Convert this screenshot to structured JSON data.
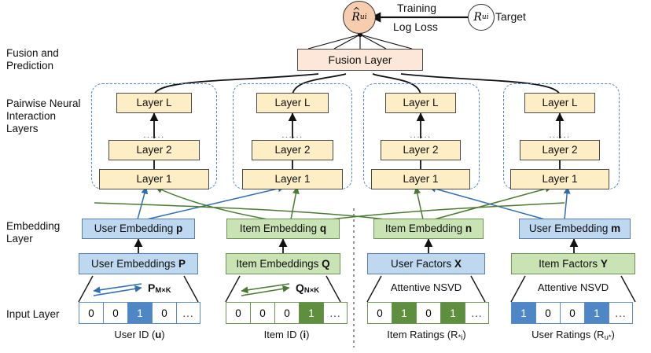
{
  "figure": {
    "title_prediction_circle": "R̂ui",
    "title_target_circle": "Rui",
    "training_loss_line1": "Training",
    "training_loss_line2": "Log Loss",
    "target_label": "Target"
  },
  "row_labels": {
    "fusion": "Fusion and\nPrediction",
    "interaction": "Pairwise Neural\nInteraction\nLayers",
    "embedding": "Embedding\nLayer",
    "input": "Input Layer"
  },
  "fusion": {
    "label": "Fusion Layer"
  },
  "towers": [
    {
      "name": "tower-1",
      "layers": [
        "Layer L",
        "Layer 2",
        "Layer 1"
      ],
      "dots": "......"
    },
    {
      "name": "tower-2",
      "layers": [
        "Layer L",
        "Layer 2",
        "Layer 1"
      ],
      "dots": "......"
    },
    {
      "name": "tower-3",
      "layers": [
        "Layer L",
        "Layer 2",
        "Layer 1"
      ],
      "dots": "......"
    },
    {
      "name": "tower-4",
      "layers": [
        "Layer L",
        "Layer 2",
        "Layer 1"
      ],
      "dots": "......"
    }
  ],
  "embeddings": [
    {
      "label": "User Embedding",
      "symbol": "p",
      "color": "blue"
    },
    {
      "label": "Item Embedding",
      "symbol": "q",
      "color": "green"
    },
    {
      "label": "Item Embedding",
      "symbol": "n",
      "color": "green"
    },
    {
      "label": "User Embedding",
      "symbol": "m",
      "color": "blue"
    }
  ],
  "factors": [
    {
      "label": "User Embeddings",
      "symbol": "P",
      "color": "blue"
    },
    {
      "label": "Item Embeddings",
      "symbol": "Q",
      "color": "green"
    },
    {
      "label": "User Factors",
      "symbol": "X",
      "color": "blue"
    },
    {
      "label": "Item Factors",
      "symbol": "Y",
      "color": "green"
    }
  ],
  "projections": [
    {
      "type": "matrix",
      "symbol": "P",
      "dims": "M×K",
      "color": "blue"
    },
    {
      "type": "matrix",
      "symbol": "Q",
      "dims": "N×K",
      "color": "green"
    },
    {
      "type": "text",
      "text": "Attentive NSVD"
    },
    {
      "type": "text",
      "text": "Attentive NSVD"
    }
  ],
  "inputs": [
    {
      "name": "user-id-onehot",
      "color": "blue",
      "cells": [
        "0",
        "0",
        "1",
        "0",
        "..."
      ],
      "active": [
        2
      ],
      "caption_prefix": "User ID (",
      "caption_symbol": "u",
      "caption_suffix": ")"
    },
    {
      "name": "item-id-onehot",
      "color": "green",
      "cells": [
        "0",
        "0",
        "0",
        "1",
        "..."
      ],
      "active": [
        3
      ],
      "caption_prefix": "Item ID (",
      "caption_symbol": "i",
      "caption_suffix": ")"
    },
    {
      "name": "item-ratings-vector",
      "color": "green",
      "cells": [
        "0",
        "1",
        "0",
        "1",
        "..."
      ],
      "active": [
        1,
        3
      ],
      "caption_prefix": "Item Ratings (R",
      "caption_symbol": "*i",
      "caption_suffix": ")"
    },
    {
      "name": "user-ratings-vector",
      "color": "blue",
      "cells": [
        "1",
        "0",
        "0",
        "1",
        "..."
      ],
      "active": [
        0,
        3
      ],
      "caption_prefix": "User Ratings (R",
      "caption_symbol": "u*",
      "caption_suffix": ")"
    }
  ],
  "colors": {
    "layer_fill": "#fdeec5",
    "fusion_fill": "#fce7d8",
    "blue_fill": "#bed9ef",
    "green_fill": "#c9e3b4",
    "blue_line": "#2f6fb0",
    "green_line": "#4a7a32",
    "dashed_border": "#4f86c6",
    "prediction_fill": "#f6cdae"
  }
}
